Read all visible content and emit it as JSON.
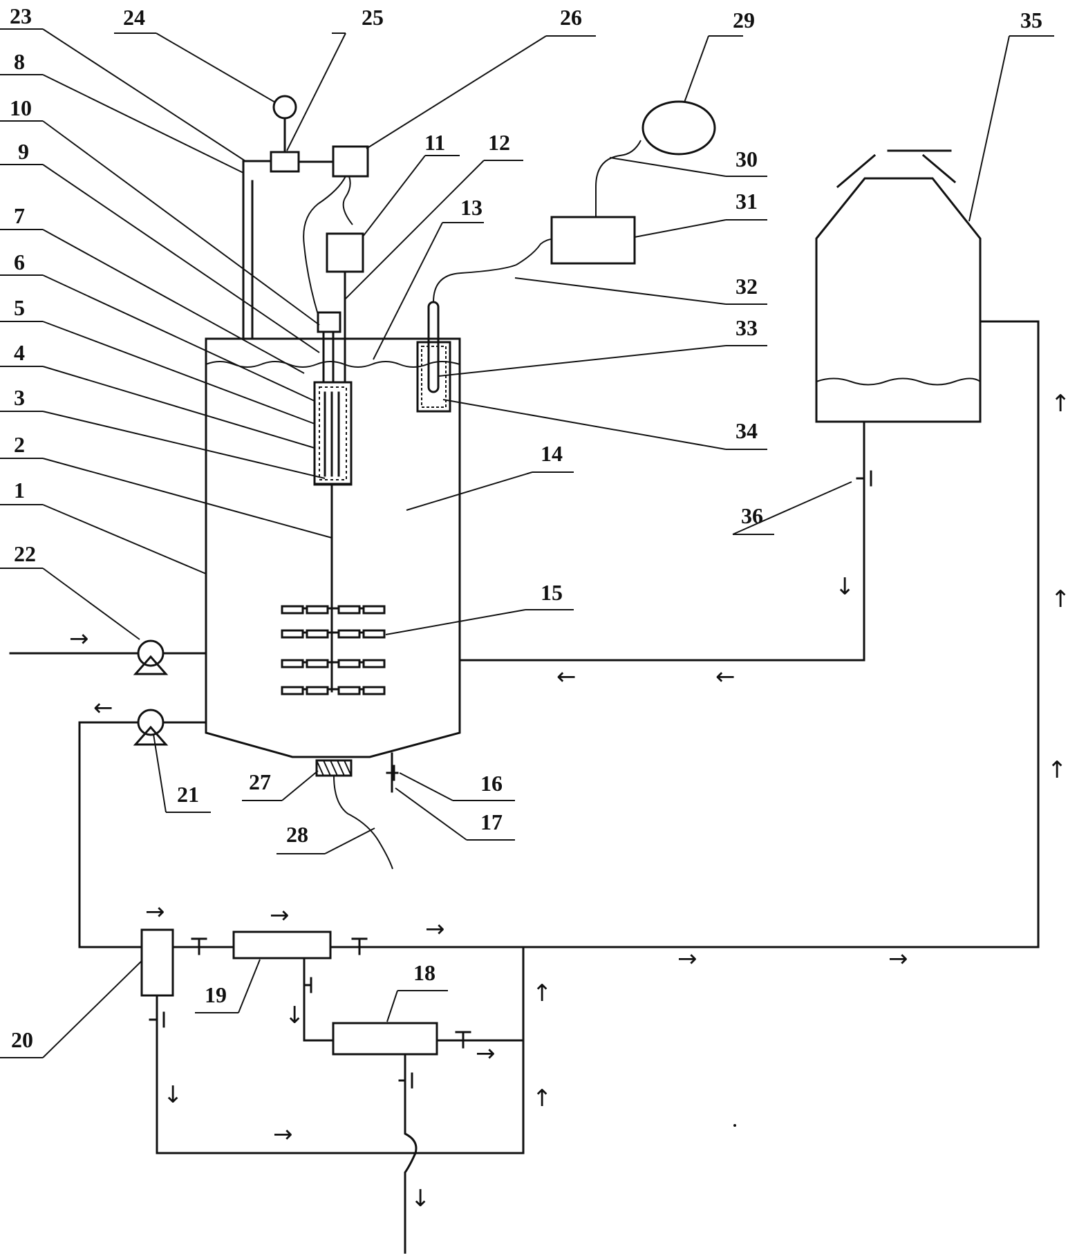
{
  "labels": {
    "l1": "1",
    "l2": "2",
    "l3": "3",
    "l4": "4",
    "l5": "5",
    "l6": "6",
    "l7": "7",
    "l8": "8",
    "l9": "9",
    "l10": "10",
    "l11": "11",
    "l12": "12",
    "l13": "13",
    "l14": "14",
    "l15": "15",
    "l16": "16",
    "l17": "17",
    "l18": "18",
    "l19": "19",
    "l20": "20",
    "l21": "21",
    "l22": "22",
    "l23": "23",
    "l24": "24",
    "l25": "25",
    "l26": "26",
    "l27": "27",
    "l28": "28",
    "l29": "29",
    "l30": "30",
    "l31": "31",
    "l32": "32",
    "l33": "33",
    "l34": "34",
    "l35": "35",
    "l36": "36"
  },
  "arrows": {
    "right": "→",
    "left": "←",
    "up": "↑",
    "down": "↓"
  },
  "colors": {
    "line": "#111111",
    "background": "#ffffff"
  }
}
